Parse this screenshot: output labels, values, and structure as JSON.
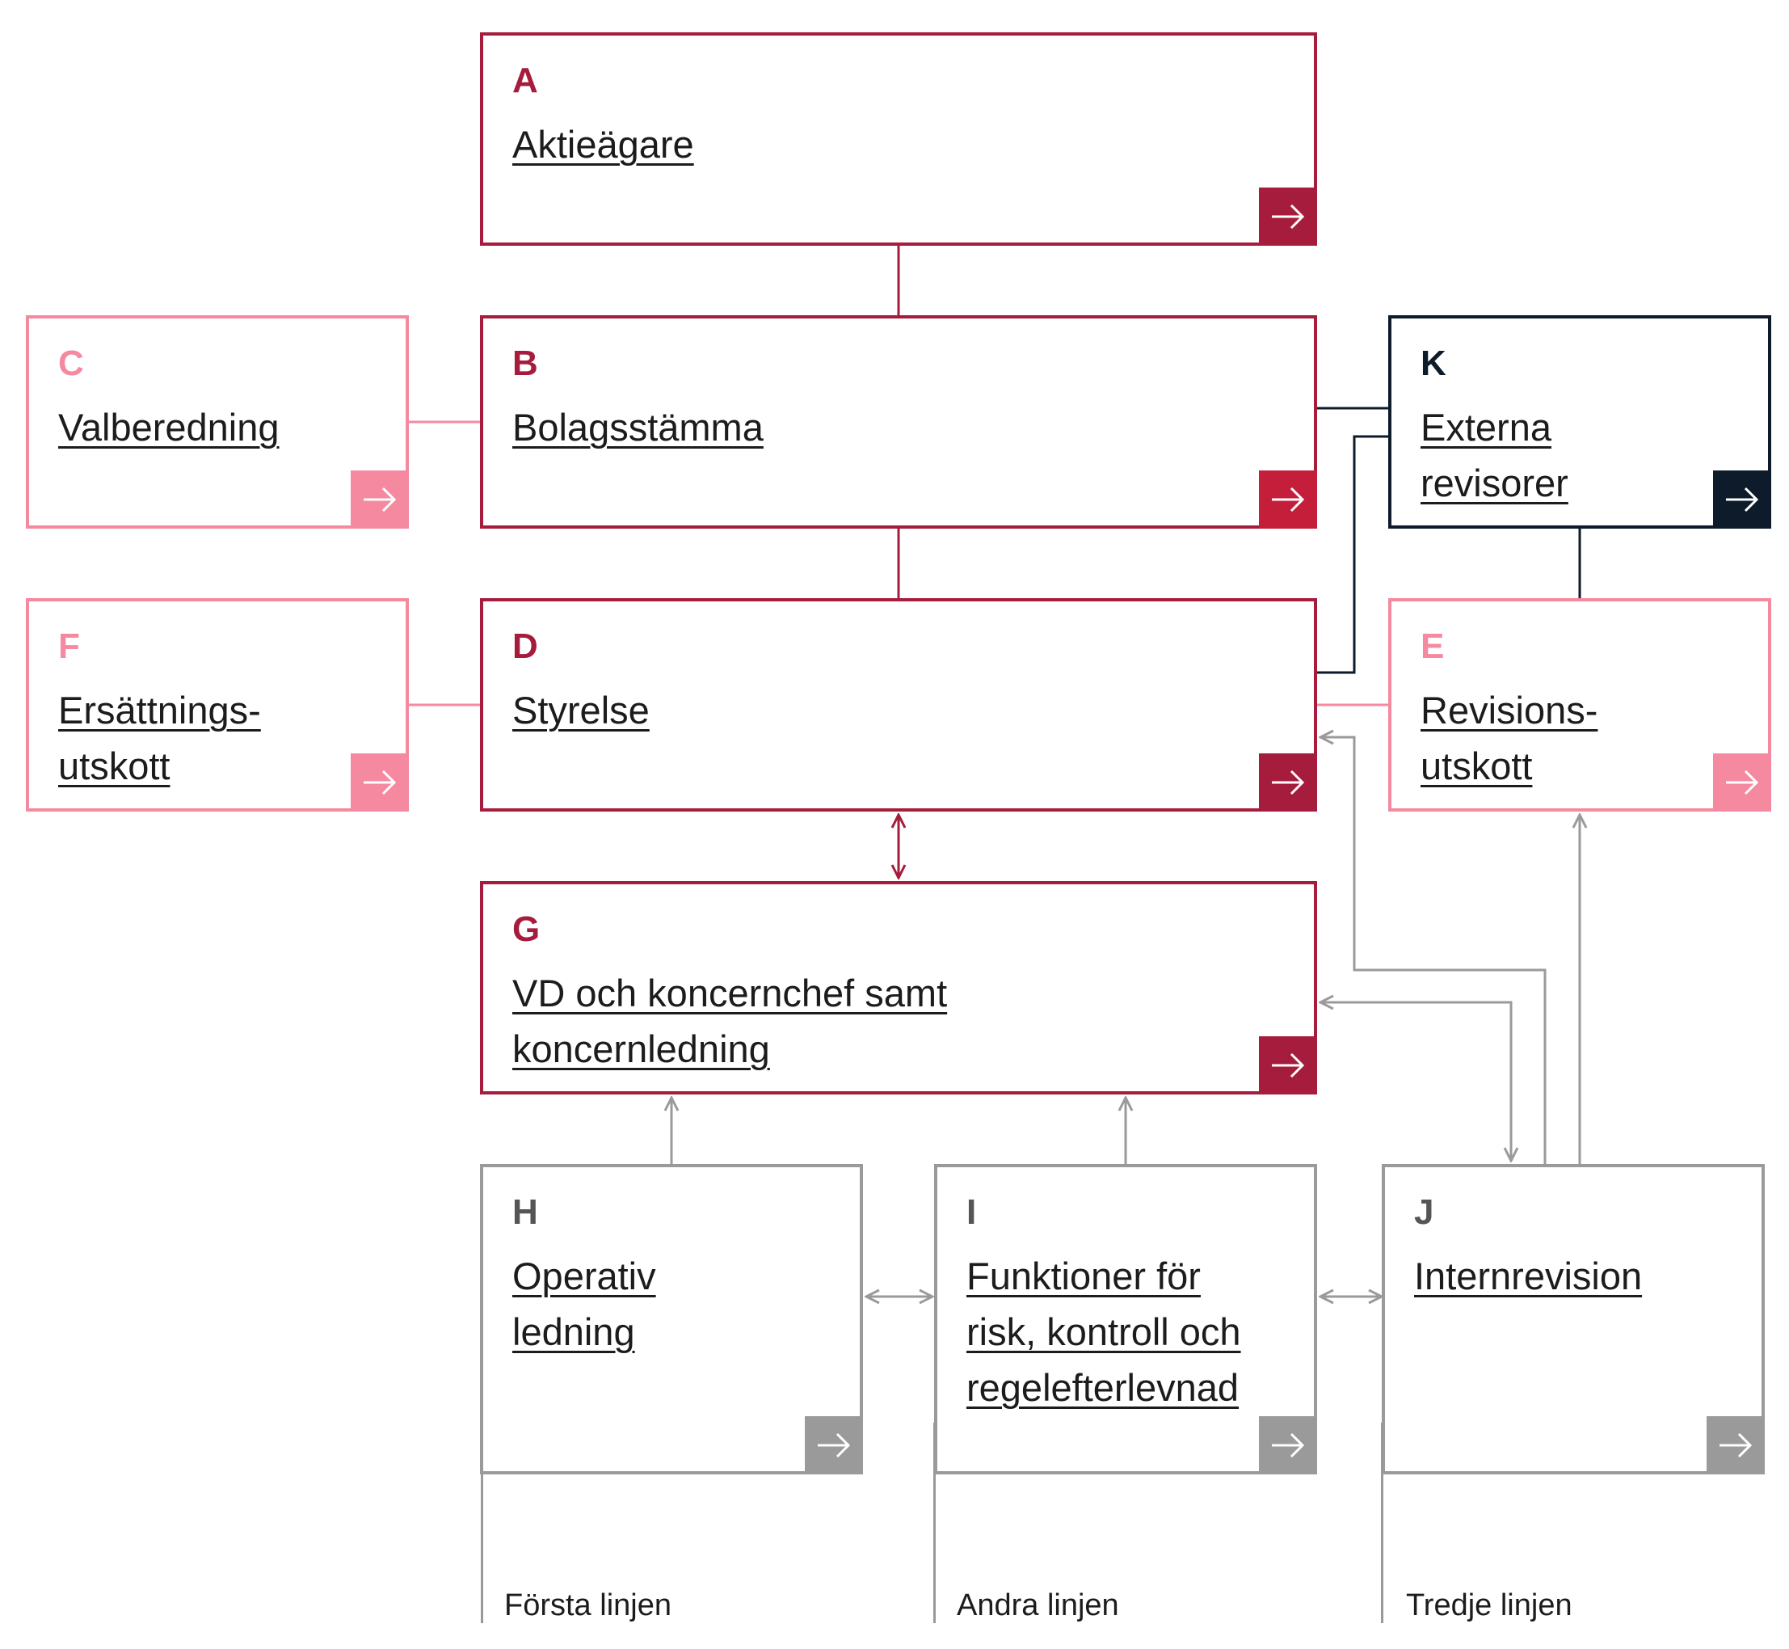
{
  "colors": {
    "crimson": "#a51c3c",
    "crimson_button": "#c41e3a",
    "pink": "#f4899f",
    "navy": "#0d1b2a",
    "gray": "#9a9a9a"
  },
  "boxes": {
    "a": {
      "letter": "A",
      "label": "Aktieägare"
    },
    "b": {
      "letter": "B",
      "label": "Bolagsstämma"
    },
    "c": {
      "letter": "C",
      "label": "Valberedning"
    },
    "d": {
      "letter": "D",
      "label": "Styrelse"
    },
    "e": {
      "letter": "E",
      "label": "Revisions-\nutskott"
    },
    "f": {
      "letter": "F",
      "label": "Ersättnings-\nutskott"
    },
    "g": {
      "letter": "G",
      "label": "VD och koncernchef samt \nkoncernledning"
    },
    "h": {
      "letter": "H",
      "label": "Operativ \nledning"
    },
    "i": {
      "letter": "I",
      "label": "Funktioner för \nrisk, kontroll och \nregelefterlevnad"
    },
    "j": {
      "letter": "J",
      "label": "Internrevision"
    },
    "k": {
      "letter": "K",
      "label": "Externa \nrevisorer"
    }
  },
  "lines_of_defense": {
    "first": "Första linjen",
    "second": "Andra linjen",
    "third": "Tredje linjen"
  }
}
